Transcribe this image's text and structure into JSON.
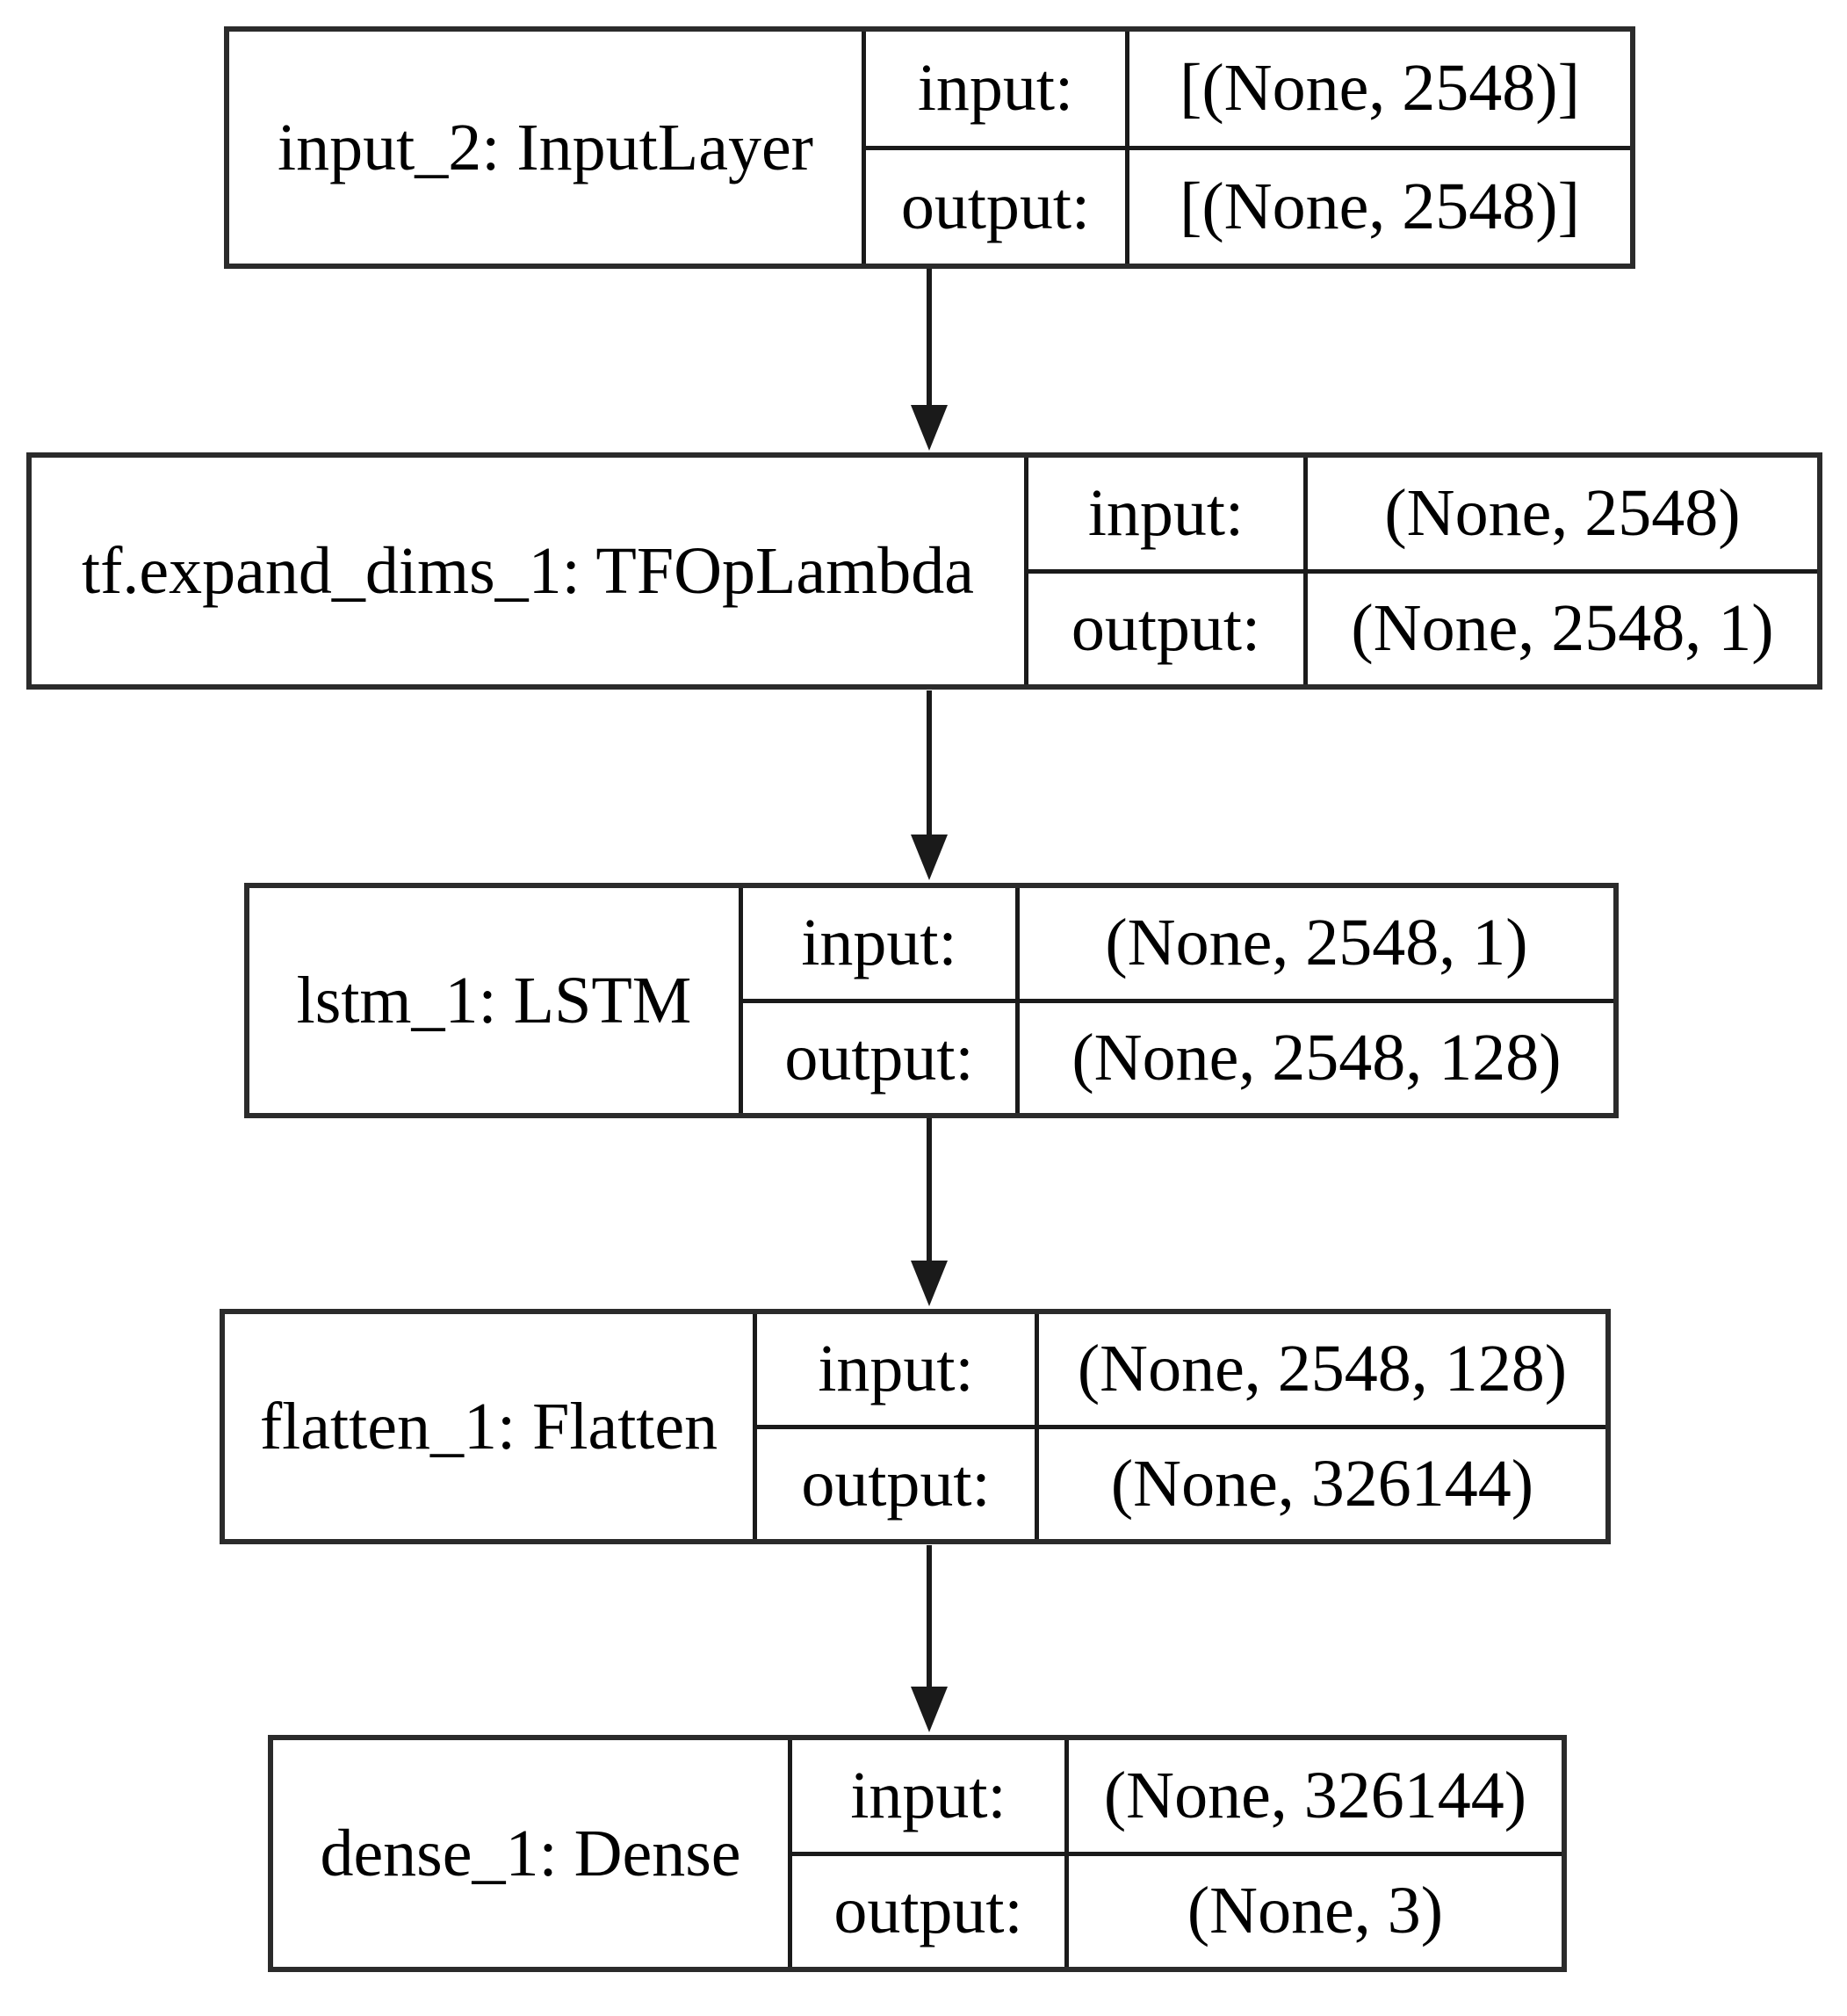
{
  "diagram": {
    "type": "keras-model-plot",
    "io_labels": {
      "input": "input:",
      "output": "output:"
    },
    "colors": {
      "background": "#ffffff",
      "border": "#2b2b2b",
      "divider": "#1a1a1a",
      "text": "#000000",
      "arrow": "#1a1a1a"
    },
    "layers": [
      {
        "name": "input_2: InputLayer",
        "layer_id": "input_2",
        "layer_type": "InputLayer",
        "input_shape": "[(None, 2548)]",
        "output_shape": "[(None, 2548)]"
      },
      {
        "name": "tf.expand_dims_1: TFOpLambda",
        "layer_id": "tf.expand_dims_1",
        "layer_type": "TFOpLambda",
        "input_shape": "(None, 2548)",
        "output_shape": "(None, 2548, 1)"
      },
      {
        "name": "lstm_1: LSTM",
        "layer_id": "lstm_1",
        "layer_type": "LSTM",
        "input_shape": "(None, 2548, 1)",
        "output_shape": "(None, 2548, 128)"
      },
      {
        "name": "flatten_1: Flatten",
        "layer_id": "flatten_1",
        "layer_type": "Flatten",
        "input_shape": "(None, 2548, 128)",
        "output_shape": "(None, 326144)"
      },
      {
        "name": "dense_1: Dense",
        "layer_id": "dense_1",
        "layer_type": "Dense",
        "input_shape": "(None, 326144)",
        "output_shape": "(None, 3)"
      }
    ]
  }
}
